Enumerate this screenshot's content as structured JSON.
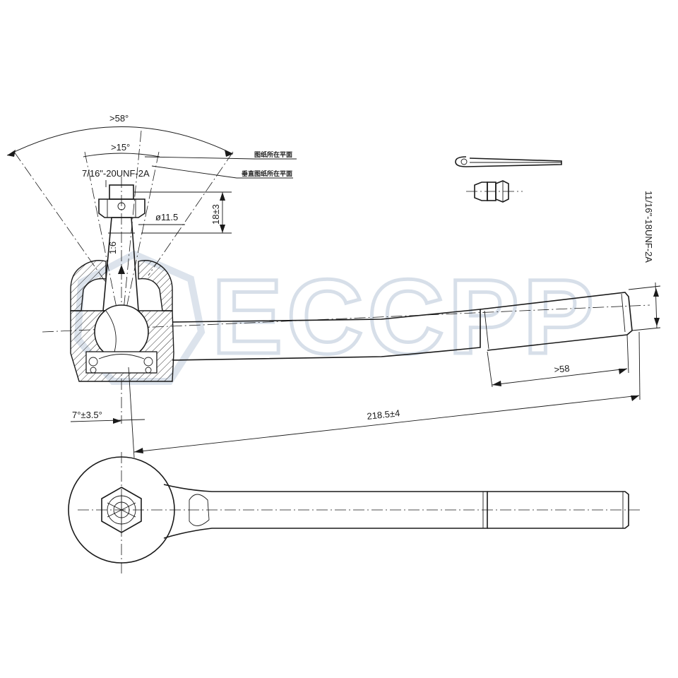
{
  "watermark": {
    "brand": "ECCPP"
  },
  "notes": {
    "plane_of_drawing": "图纸所在平面",
    "perpendicular_plane": "垂直图纸所在平面"
  },
  "dimensions": {
    "swing_angle": ">58°",
    "stud_angle": ">15°",
    "stud_thread": "7/16\"-20UNF-2A",
    "stud_diameter": "ø11.5",
    "stud_length": "18±3",
    "taper": "1:6",
    "tilt_angle": "7°±3.5°",
    "overall_length": "218.5±4",
    "thread_length": ">58",
    "shank_thread": "11/16\"-18UNF-2A"
  },
  "colors": {
    "line": "#1a1a1a",
    "watermark": "#d7dfe9"
  }
}
